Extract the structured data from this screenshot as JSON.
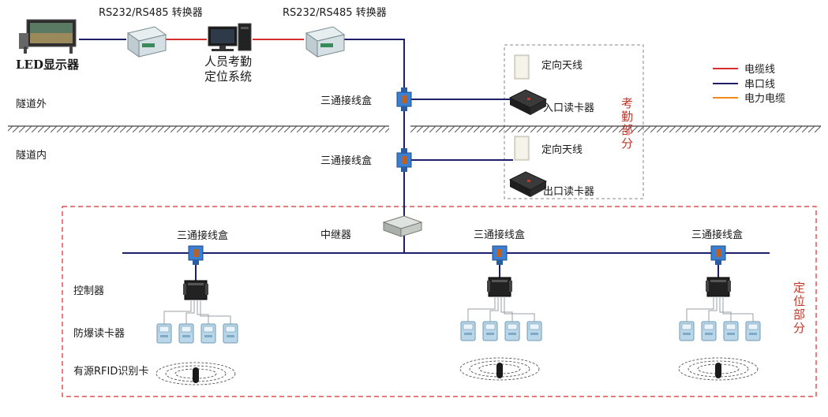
{
  "top": {
    "converter_left_label": "RS232/RS485 转换器",
    "converter_right_label": "RS232/RS485 转换器",
    "led_label": "LED显示器",
    "system_label_line1": "人员考勤",
    "system_label_line2": "定位系统"
  },
  "zones": {
    "outside": "隧道外",
    "inside": "隧道内"
  },
  "attendance": {
    "junction_upper": "三通接线盒",
    "junction_lower": "三通接线盒",
    "antenna_upper": "定向天线",
    "antenna_lower": "定向天线",
    "entry_reader": "入口读卡器",
    "exit_reader": "出口读卡器",
    "section_title_chars": [
      "考",
      "勤",
      "部",
      "分"
    ]
  },
  "legend": {
    "items": [
      {
        "label": "电缆线",
        "color": "#d62d2d"
      },
      {
        "label": "串口线",
        "color": "#1d1f6b"
      },
      {
        "label": "电力电缆",
        "color": "#f08a1c"
      }
    ]
  },
  "positioning": {
    "repeater": "中继器",
    "junctions": [
      "三通接线盒",
      "三通接线盒",
      "三通接线盒"
    ],
    "controller": "控制器",
    "explosion_proof_reader": "防爆读卡器",
    "rfid_card": "有源RFID识别卡",
    "section_title_chars": [
      "定",
      "位",
      "部",
      "分"
    ]
  },
  "colors": {
    "serial": "#1d1f6b",
    "cable": "#d62d2d",
    "frame_red": "#d62d2d",
    "frame_gray": "#888888",
    "junction_blue": "#3a7fd1"
  }
}
